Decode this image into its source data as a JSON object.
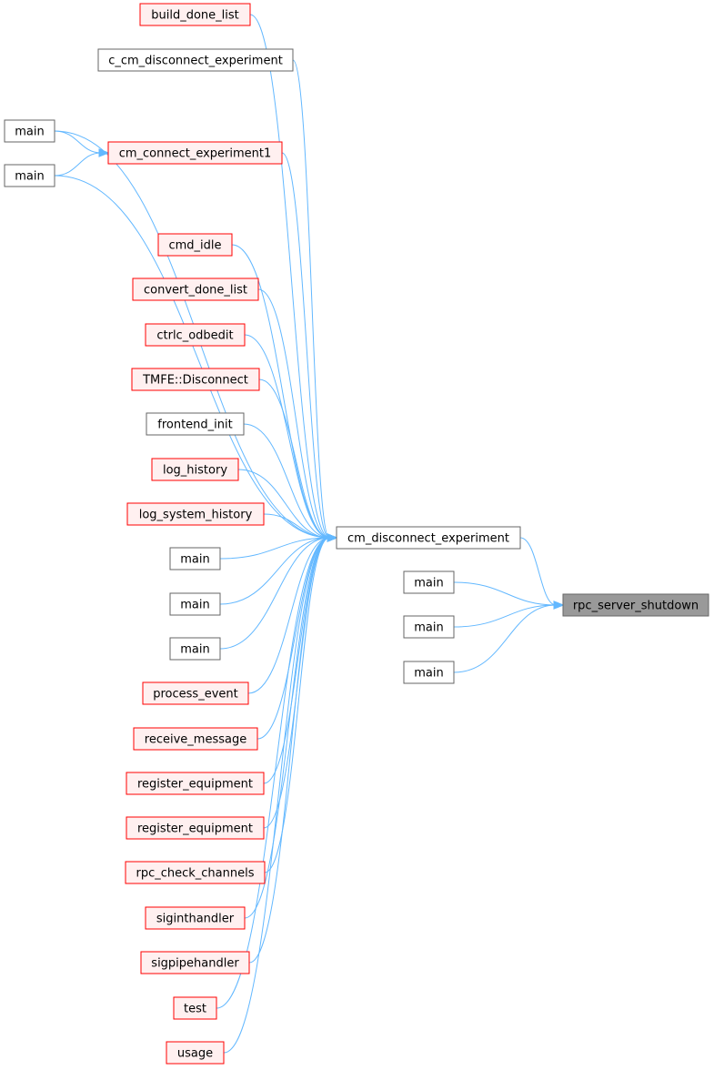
{
  "graph": {
    "root": "rpc_server_shutdown",
    "colors": {
      "edge": "#63b8ff",
      "root_fill": "#999999",
      "root_border": "#666666",
      "external_fill": "#fff0f0",
      "external_border": "#ff0000",
      "local_fill": "#ffffff",
      "local_border": "#666666"
    },
    "nodes": [
      {
        "id": "n_build_done_list",
        "label": "build_done_list",
        "kind": "external"
      },
      {
        "id": "n_c_cm_disconnect",
        "label": "c_cm_disconnect_experiment",
        "kind": "local"
      },
      {
        "id": "n_main_a",
        "label": "main",
        "kind": "local"
      },
      {
        "id": "n_cm_connect1",
        "label": "cm_connect_experiment1",
        "kind": "external"
      },
      {
        "id": "n_main_b",
        "label": "main",
        "kind": "local"
      },
      {
        "id": "n_cmd_idle",
        "label": "cmd_idle",
        "kind": "external"
      },
      {
        "id": "n_convert_done_list",
        "label": "convert_done_list",
        "kind": "external"
      },
      {
        "id": "n_ctrlc_odbedit",
        "label": "ctrlc_odbedit",
        "kind": "external"
      },
      {
        "id": "n_tmfe_disconnect",
        "label": "TMFE::Disconnect",
        "kind": "external"
      },
      {
        "id": "n_frontend_init",
        "label": "frontend_init",
        "kind": "local"
      },
      {
        "id": "n_log_history",
        "label": "log_history",
        "kind": "external"
      },
      {
        "id": "n_log_system_history",
        "label": "log_system_history",
        "kind": "external"
      },
      {
        "id": "n_main_c",
        "label": "main",
        "kind": "local"
      },
      {
        "id": "n_main_d",
        "label": "main",
        "kind": "local"
      },
      {
        "id": "n_main_e",
        "label": "main",
        "kind": "local"
      },
      {
        "id": "n_process_event",
        "label": "process_event",
        "kind": "external"
      },
      {
        "id": "n_receive_message",
        "label": "receive_message",
        "kind": "external"
      },
      {
        "id": "n_register_equipment_a",
        "label": "register_equipment",
        "kind": "external"
      },
      {
        "id": "n_register_equipment_b",
        "label": "register_equipment",
        "kind": "external"
      },
      {
        "id": "n_rpc_check_channels",
        "label": "rpc_check_channels",
        "kind": "external"
      },
      {
        "id": "n_siginthandler",
        "label": "siginthandler",
        "kind": "external"
      },
      {
        "id": "n_sigpipehandler",
        "label": "sigpipehandler",
        "kind": "external"
      },
      {
        "id": "n_test",
        "label": "test",
        "kind": "external"
      },
      {
        "id": "n_usage",
        "label": "usage",
        "kind": "external"
      },
      {
        "id": "n_cm_disconnect",
        "label": "cm_disconnect_experiment",
        "kind": "local"
      },
      {
        "id": "n_main_f",
        "label": "main",
        "kind": "local"
      },
      {
        "id": "n_main_g",
        "label": "main",
        "kind": "local"
      },
      {
        "id": "n_main_h",
        "label": "main",
        "kind": "local"
      },
      {
        "id": "n_rpc_server_shutdown",
        "label": "rpc_server_shutdown",
        "kind": "root"
      }
    ],
    "edges": [
      {
        "from": "n_main_a",
        "to": "n_cm_connect1"
      },
      {
        "from": "n_main_b",
        "to": "n_cm_connect1"
      },
      {
        "from": "n_build_done_list",
        "to": "n_cm_disconnect"
      },
      {
        "from": "n_c_cm_disconnect",
        "to": "n_cm_disconnect"
      },
      {
        "from": "n_main_a",
        "to": "n_cm_disconnect"
      },
      {
        "from": "n_cm_connect1",
        "to": "n_cm_disconnect"
      },
      {
        "from": "n_main_b",
        "to": "n_cm_disconnect"
      },
      {
        "from": "n_cmd_idle",
        "to": "n_cm_disconnect"
      },
      {
        "from": "n_convert_done_list",
        "to": "n_cm_disconnect"
      },
      {
        "from": "n_ctrlc_odbedit",
        "to": "n_cm_disconnect"
      },
      {
        "from": "n_tmfe_disconnect",
        "to": "n_cm_disconnect"
      },
      {
        "from": "n_frontend_init",
        "to": "n_cm_disconnect"
      },
      {
        "from": "n_log_history",
        "to": "n_cm_disconnect"
      },
      {
        "from": "n_log_system_history",
        "to": "n_cm_disconnect"
      },
      {
        "from": "n_main_c",
        "to": "n_cm_disconnect"
      },
      {
        "from": "n_main_d",
        "to": "n_cm_disconnect"
      },
      {
        "from": "n_main_e",
        "to": "n_cm_disconnect"
      },
      {
        "from": "n_process_event",
        "to": "n_cm_disconnect"
      },
      {
        "from": "n_receive_message",
        "to": "n_cm_disconnect"
      },
      {
        "from": "n_register_equipment_a",
        "to": "n_cm_disconnect"
      },
      {
        "from": "n_register_equipment_b",
        "to": "n_cm_disconnect"
      },
      {
        "from": "n_rpc_check_channels",
        "to": "n_cm_disconnect"
      },
      {
        "from": "n_siginthandler",
        "to": "n_cm_disconnect"
      },
      {
        "from": "n_sigpipehandler",
        "to": "n_cm_disconnect"
      },
      {
        "from": "n_test",
        "to": "n_cm_disconnect"
      },
      {
        "from": "n_usage",
        "to": "n_cm_disconnect"
      },
      {
        "from": "n_cm_disconnect",
        "to": "n_rpc_server_shutdown"
      },
      {
        "from": "n_main_f",
        "to": "n_rpc_server_shutdown"
      },
      {
        "from": "n_main_g",
        "to": "n_rpc_server_shutdown"
      },
      {
        "from": "n_main_h",
        "to": "n_rpc_server_shutdown"
      }
    ]
  }
}
